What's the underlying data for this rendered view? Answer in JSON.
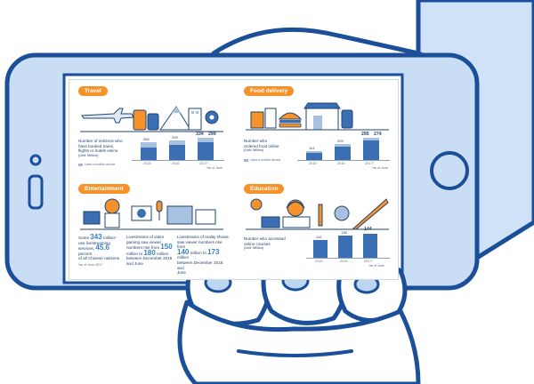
{
  "travel": {
    "tag": "Travel",
    "caption_line1": "Number of netizens who",
    "caption_line2": "have booked trains,",
    "caption_line3": "flights or hotels online",
    "unit": "(Unit: Million)",
    "legend": "Used a mobile device",
    "years": [
      "2015",
      "2016",
      "2017*"
    ],
    "values_total": [
      "260",
      "299",
      "334"
    ],
    "values_mobile": [
      "210",
      "262",
      "299"
    ],
    "footnote": "*as of June"
  },
  "food": {
    "tag": "Food delivery",
    "caption_line1": "Number who",
    "caption_line2": "ordered food online",
    "unit": "(Unit: Million)",
    "legend": "Used a mobile device",
    "years": [
      "2015",
      "2016",
      "2017*"
    ],
    "values_total": [
      "114",
      "209",
      "295"
    ],
    "values_mobile": [
      "104",
      "194",
      "274"
    ],
    "footnote": "*as of June"
  },
  "entertainment": {
    "tag": "Entertainment",
    "col1_pre": "Some",
    "col1_num1": "343",
    "col1_mid": "million*",
    "col1_line2": "use livestreaming",
    "col1_line3_pre": "services,",
    "col1_num2": "45.6",
    "col1_line3_post": "percent",
    "col1_line4": "of all Chinese netizens",
    "col1_note": "*as of June 2017",
    "col2_line1": "Livestreams of video",
    "col2_line2": "gaming saw viewer",
    "col2_line3_pre": "numbers rise from",
    "col2_num1": "150",
    "col2_line4_pre": "million to",
    "col2_num2": "180",
    "col2_line4_post": "million",
    "col2_line5": "between December 2016",
    "col2_line6": "and June",
    "col3_line1": "Livestreams of reality shows",
    "col3_line2": "saw viewer numbers rise from",
    "col3_num1": "140",
    "col3_mid": "million to",
    "col3_num2": "173",
    "col3_line3_post": "million",
    "col3_line4": "between December 2016 and",
    "col3_line5": "June"
  },
  "education": {
    "tag": "Education",
    "caption_line1": "Number who accessed",
    "caption_line2": "online courses",
    "unit": "(Unit: Million)",
    "years": [
      "2015",
      "2016",
      "2017*"
    ],
    "values": [
      "110",
      "138",
      "144"
    ],
    "footnote": "*as of June"
  },
  "colors": {
    "accent": "#f5922a",
    "phone_outline": "#1b4f9a",
    "phone_fill": "#c9def5",
    "hand_fill": "#ffffff",
    "bar_dark": "#3b6fb3",
    "bar_light": "#a9c1e0"
  },
  "icons": [
    "airplane-icon",
    "suitcase-icon",
    "mountain-icon",
    "building-icon",
    "gear-icon",
    "burger-icon",
    "shop-icon",
    "phone-icon",
    "camera-icon",
    "microphone-icon",
    "person-icon",
    "lightbulb-icon",
    "globe-icon",
    "ruler-icon",
    "pencil-icon",
    "headset-icon",
    "book-icon"
  ]
}
